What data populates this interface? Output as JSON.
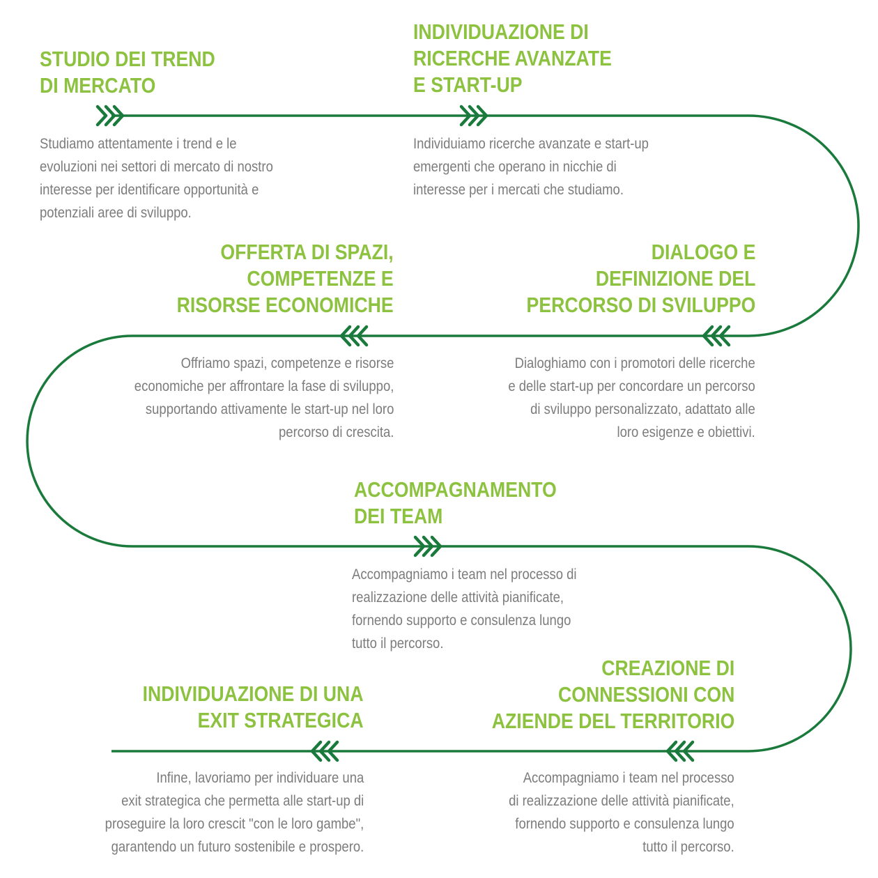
{
  "colors": {
    "accent": "#8cc23f",
    "path": "#1a7a3c",
    "text": "#7c7c7c"
  },
  "steps": [
    {
      "title": [
        "STUDIO DEI TREND",
        "DI MERCATO"
      ],
      "desc": [
        "Studiamo attentamente i trend e le",
        "evoluzioni nei settori di mercato di nostro",
        "interesse per identificare opportunità e",
        "potenziali aree di sviluppo."
      ]
    },
    {
      "title": [
        "INDIVIDUAZIONE DI",
        "RICERCHE AVANZATE",
        "E START-UP"
      ],
      "desc": [
        "Individuiamo ricerche avanzate e start-up",
        "emergenti che operano in nicchie di",
        "interesse per i mercati che studiamo."
      ]
    },
    {
      "title": [
        "DIALOGO E",
        "DEFINIZIONE DEL",
        "PERCORSO DI SVILUPPO"
      ],
      "desc": [
        "Dialoghiamo con i promotori delle ricerche",
        "e delle start-up per concordare un percorso",
        "di sviluppo personalizzato, adattato alle",
        "loro esigenze e obiettivi."
      ]
    },
    {
      "title": [
        "OFFERTA DI SPAZI,",
        "COMPETENZE E",
        "RISORSE ECONOMICHE"
      ],
      "desc": [
        "Offriamo spazi, competenze e risorse",
        "economiche per affrontare la fase di sviluppo,",
        "supportando attivamente le start-up nel loro",
        "percorso di crescita."
      ]
    },
    {
      "title": [
        "ACCOMPAGNAMENTO",
        "DEI TEAM"
      ],
      "desc": [
        "Accompagniamo i team nel processo di",
        "realizzazione delle attività pianificate,",
        "fornendo supporto e consulenza lungo",
        "tutto il percorso."
      ]
    },
    {
      "title": [
        "CREAZIONE DI",
        "CONNESSIONI CON",
        "AZIENDE DEL TERRITORIO"
      ],
      "desc": [
        "Accompagniamo i team nel processo",
        "di realizzazione delle attività pianificate,",
        "fornendo supporto e consulenza lungo",
        "tutto il percorso."
      ]
    },
    {
      "title": [
        "INDIVIDUAZIONE DI UNA",
        "EXIT STRATEGICA"
      ],
      "desc": [
        "Infine, lavoriamo per individuare una",
        "exit strategica che permetta alle start-up di",
        "proseguire la loro crescit \"con le loro gambe\",",
        "garantendo un futuro sostenibile e prospero."
      ]
    }
  ]
}
